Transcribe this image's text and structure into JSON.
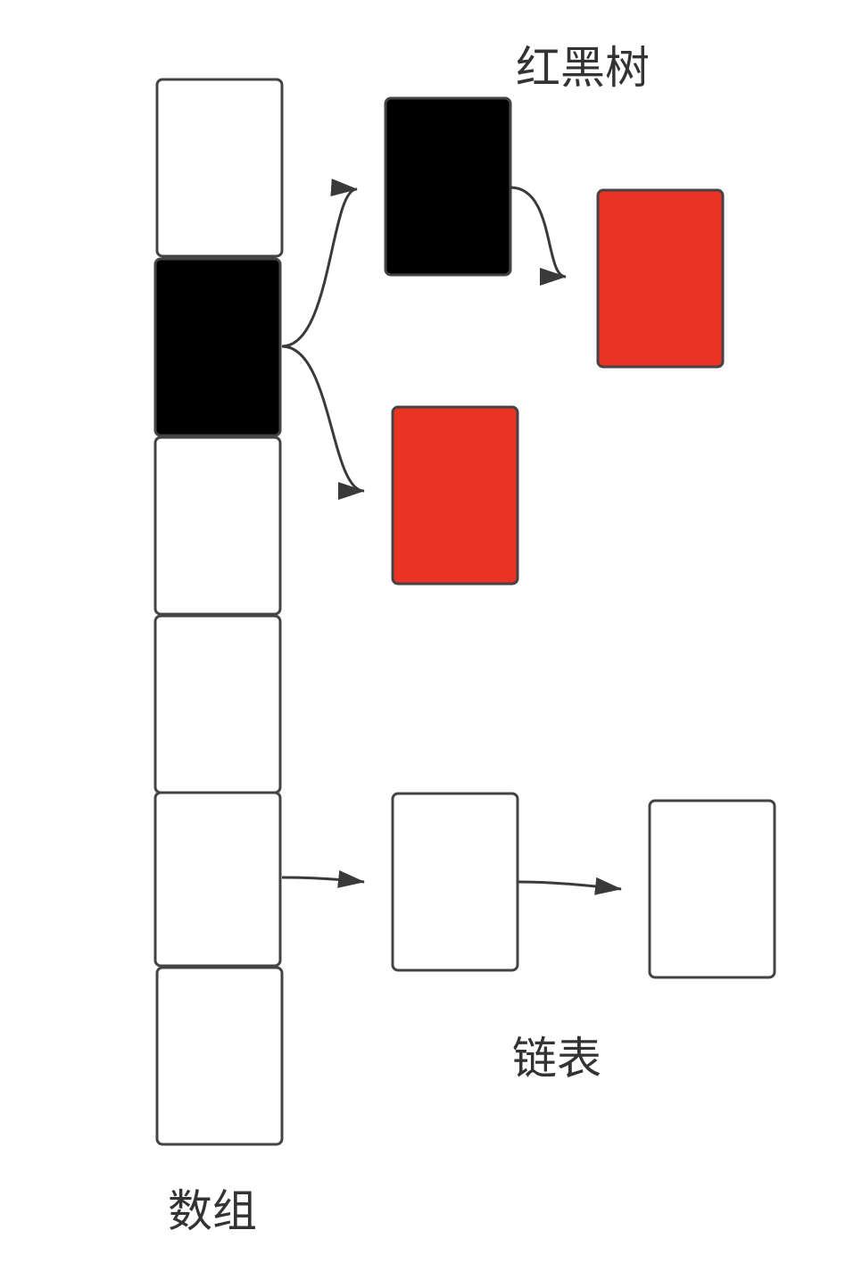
{
  "labels": {
    "array": "数组",
    "red_black_tree": "红黑树",
    "linked_list": "链表"
  },
  "colors": {
    "white_node": "#ffffff",
    "black_node": "#000000",
    "red_node": "#ea3324",
    "border": "#444444",
    "edge": "#3a3a3a",
    "text": "#333333"
  },
  "array_slots": [
    {
      "color": "white"
    },
    {
      "color": "black"
    },
    {
      "color": "white"
    },
    {
      "color": "white"
    },
    {
      "color": "white"
    },
    {
      "color": "white"
    }
  ],
  "tree_nodes": [
    {
      "color": "black"
    },
    {
      "color": "red"
    },
    {
      "color": "red"
    }
  ],
  "list_nodes": [
    {
      "color": "white"
    },
    {
      "color": "white"
    }
  ]
}
